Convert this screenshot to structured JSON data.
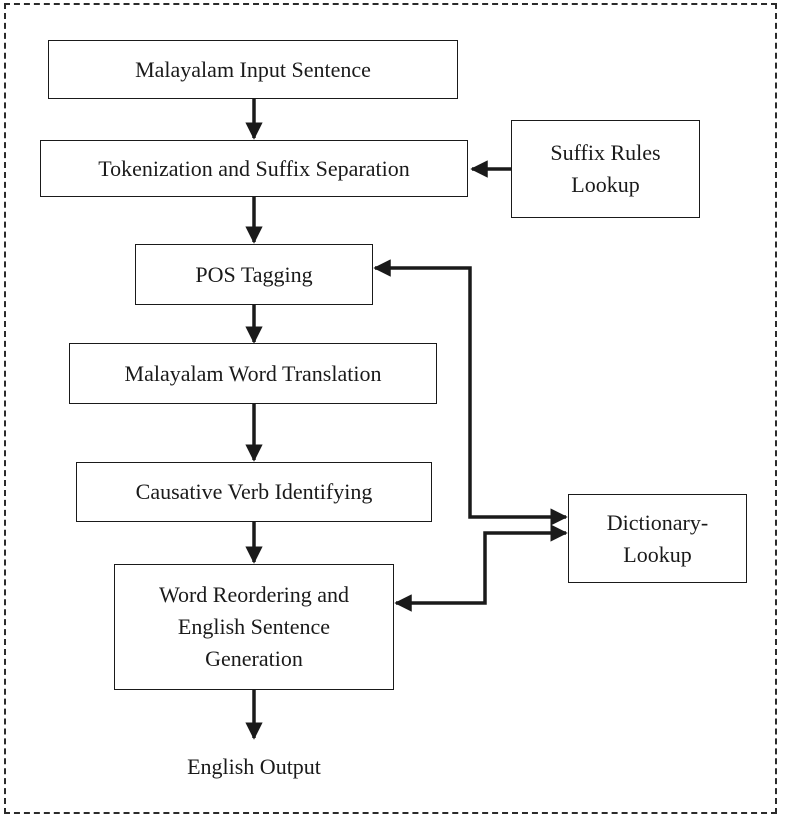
{
  "diagram": {
    "boxes": {
      "input": "Malayalam Input Sentence",
      "tokenization": "Tokenization and Suffix Separation",
      "suffix_rules": [
        "Suffix Rules",
        "Lookup"
      ],
      "pos": "POS Tagging",
      "word_translation": "Malayalam Word Translation",
      "causative": "Causative Verb Identifying",
      "reordering": [
        "Word Reordering and",
        "English Sentence",
        "Generation"
      ],
      "dictionary": [
        "Dictionary-",
        "Lookup"
      ]
    },
    "output_label": "English Output"
  }
}
